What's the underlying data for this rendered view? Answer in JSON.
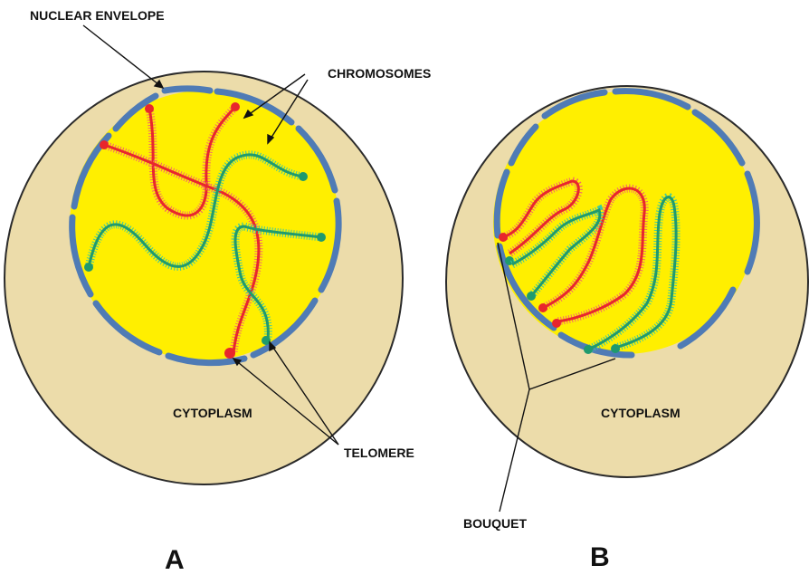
{
  "labels": {
    "nuclear_envelope": "NUCLEAR ENVELOPE",
    "chromosomes": "CHROMOSOMES",
    "telomere": "TELOMERE",
    "cytoplasm_a": "CYTOPLASM",
    "cytoplasm_b": "CYTOPLASM",
    "bouquet": "BOUQUET"
  },
  "panels": {
    "a": "A",
    "b": "B"
  },
  "colors": {
    "cytoplasm": "#ecdcaa",
    "cell_outline": "#2a2a2a",
    "nucleus": "#ffef00",
    "envelope": "#4f7bb5",
    "chromosome_red": "#e8262c",
    "chromosome_green": "#1f9a6e",
    "bristle_red": "#f26a6a",
    "bristle_green": "#3fc9a0",
    "text": "#111111"
  }
}
